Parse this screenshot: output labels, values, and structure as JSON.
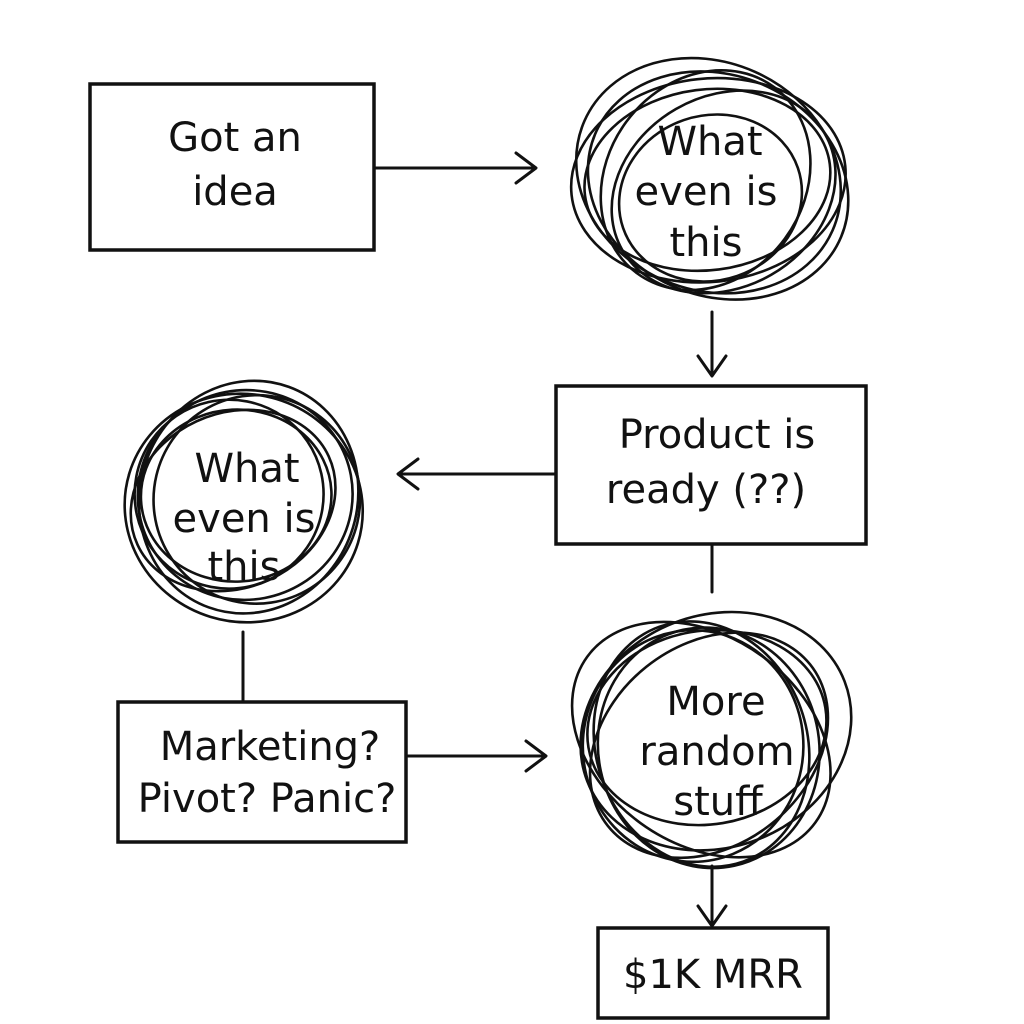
{
  "diagram": {
    "nodes": [
      {
        "id": "got-idea",
        "shape": "box",
        "lines": [
          "Got an",
          "idea"
        ]
      },
      {
        "id": "what-even-1",
        "shape": "scribble",
        "lines": [
          "What",
          "even is",
          "this"
        ]
      },
      {
        "id": "product-ready",
        "shape": "box",
        "lines": [
          "Product is",
          "ready (??)"
        ]
      },
      {
        "id": "what-even-2",
        "shape": "scribble",
        "lines": [
          "What",
          "even is",
          "this"
        ]
      },
      {
        "id": "marketing",
        "shape": "box",
        "lines": [
          "Marketing?",
          "Pivot? Panic?"
        ]
      },
      {
        "id": "more-random",
        "shape": "scribble",
        "lines": [
          "More",
          "random",
          "stuff"
        ]
      },
      {
        "id": "mrr",
        "shape": "box",
        "lines": [
          "$1K MRR"
        ]
      }
    ],
    "edges": [
      {
        "from": "got-idea",
        "to": "what-even-1",
        "arrow": true
      },
      {
        "from": "what-even-1",
        "to": "product-ready",
        "arrow": true
      },
      {
        "from": "product-ready",
        "to": "what-even-2",
        "arrow": true
      },
      {
        "from": "what-even-2",
        "to": "marketing",
        "arrow": false
      },
      {
        "from": "marketing",
        "to": "more-random",
        "arrow": true
      },
      {
        "from": "product-ready",
        "to": "more-random",
        "arrow": false
      },
      {
        "from": "more-random",
        "to": "mrr",
        "arrow": true
      }
    ]
  }
}
